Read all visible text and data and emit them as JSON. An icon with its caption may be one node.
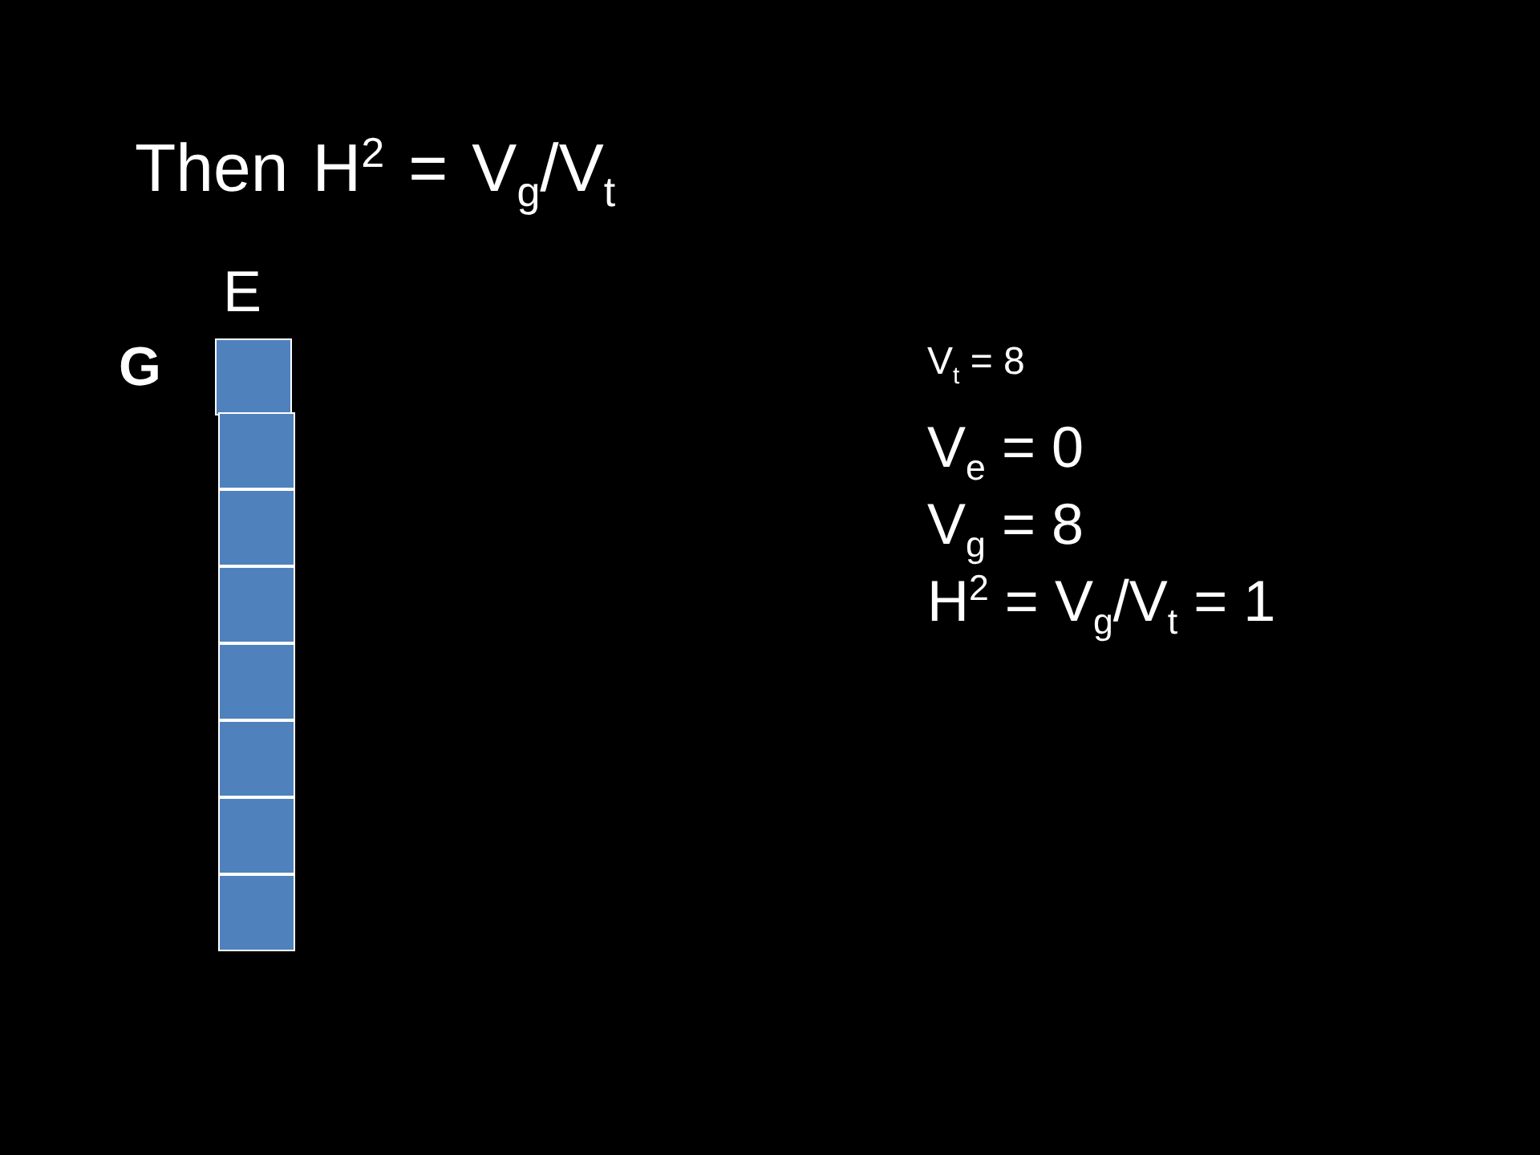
{
  "diagram": {
    "title": "Then H$^{2}$ = V$_{g}$/V$_{t}$",
    "nodes": [
      {
        "text": [],
        "shape": "box"
      },
      {
        "text": [],
        "shape": "box"
      },
      {
        "text": [],
        "shape": "box"
      },
      {
        "text": [],
        "shape": "box"
      },
      {
        "text": [],
        "shape": "box"
      },
      {
        "text": [],
        "shape": "box"
      },
      {
        "text": [],
        "shape": "box"
      },
      {
        "text": [],
        "shape": "box"
      }
    ],
    "labels": [
      "E",
      "G",
      "V$_{t}$ = 8",
      "V$_{e}$ = 0",
      "V$_{g}$ = 8",
      "H$^{2}$ = V$_{g}$/V$_{t}$ = 1"
    ]
  }
}
